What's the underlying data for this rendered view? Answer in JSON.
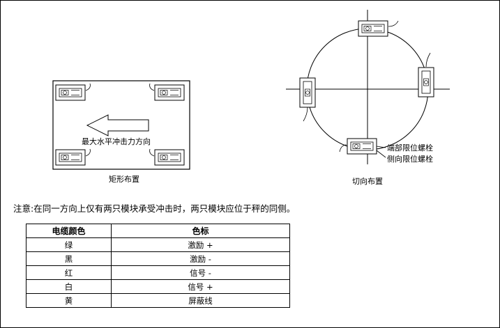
{
  "rect_layout": {
    "caption": "矩形布置",
    "arrow_label": "最大水平冲击力方向"
  },
  "tangential_layout": {
    "caption": "切向布置",
    "bolt_labels": [
      "端部限位螺栓",
      "侧向限位螺栓"
    ]
  },
  "note": "注意:在同一方向上仅有两只模块承受冲击时，两只模块应位于秤的同侧。",
  "cable_table": {
    "headers": [
      "电缆颜色",
      "色标"
    ],
    "rows": [
      [
        "绿",
        "激励 +"
      ],
      [
        "黑",
        "激励 -"
      ],
      [
        "红",
        "信号 -"
      ],
      [
        "白",
        "信号 +"
      ],
      [
        "黄",
        "屏蔽线"
      ]
    ]
  }
}
